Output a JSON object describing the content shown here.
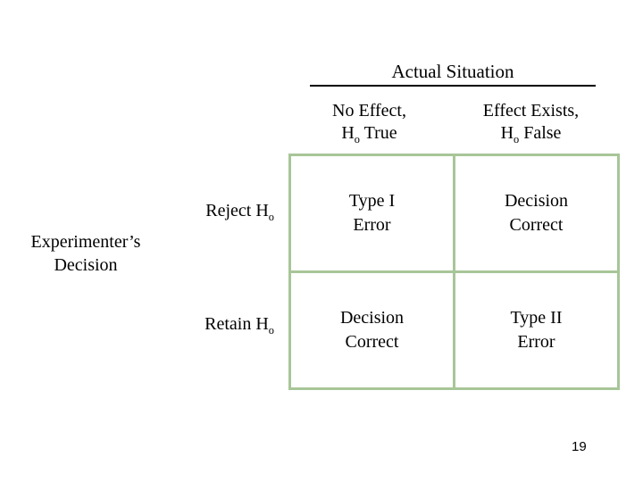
{
  "slide": {
    "number": "19",
    "colors": {
      "table_border": "#a8c698",
      "text": "#000000",
      "background": "#ffffff",
      "rule": "#000000"
    }
  },
  "heading": {
    "title": "Actual Situation"
  },
  "column_headers": [
    {
      "line1": "No Effect,",
      "line2_prefix": "H",
      "line2_sub": "o",
      "line2_suffix": " True"
    },
    {
      "line1": "Effect Exists,",
      "line2_prefix": "H",
      "line2_sub": "o",
      "line2_suffix": " False"
    }
  ],
  "row_axis_label": {
    "line1": "Experimenter’s",
    "line2": "Decision"
  },
  "row_headers": [
    {
      "prefix": "Reject H",
      "sub": "o"
    },
    {
      "prefix": "Retain H",
      "sub": "o"
    }
  ],
  "matrix": {
    "rows": [
      {
        "cells": [
          {
            "line1": "Type I",
            "line2": "Error"
          },
          {
            "line1": "Decision",
            "line2": "Correct"
          }
        ]
      },
      {
        "cells": [
          {
            "line1": "Decision",
            "line2": "Correct"
          },
          {
            "line1": "Type II",
            "line2": "Error"
          }
        ]
      }
    ]
  }
}
